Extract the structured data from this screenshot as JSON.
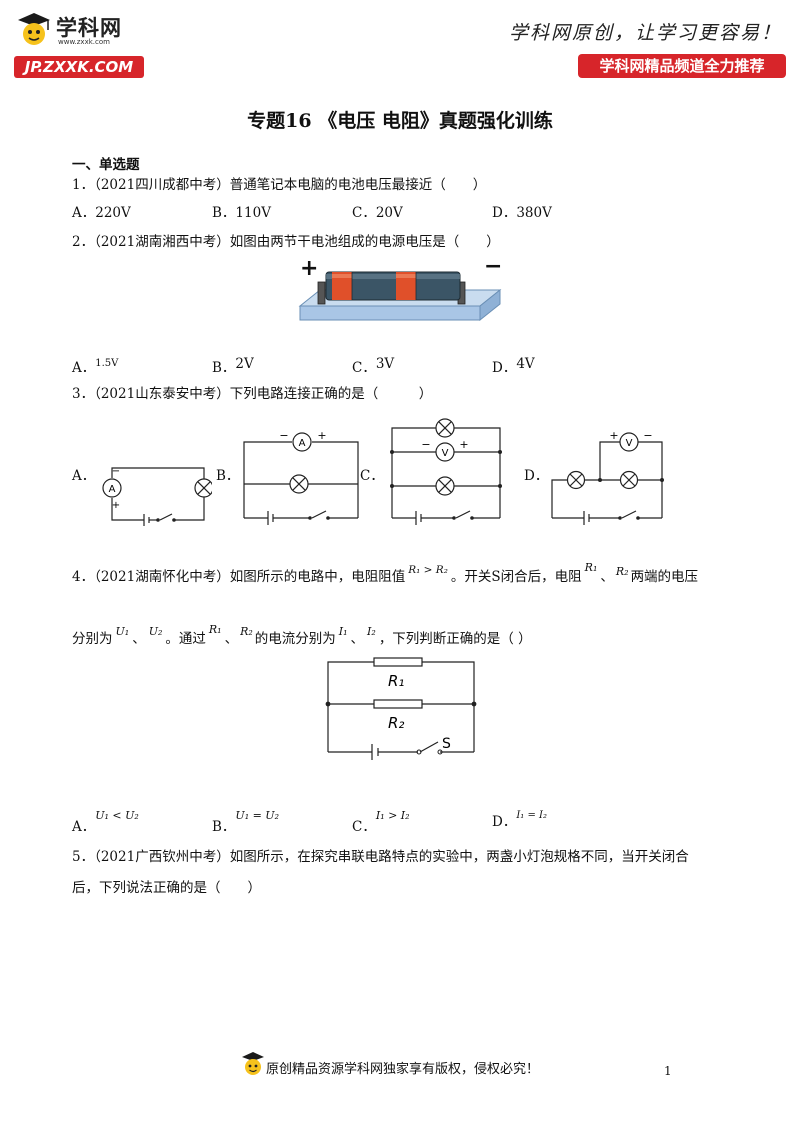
{
  "header": {
    "logo_name": "学科网",
    "logo_url": "www.zxxk.com",
    "site_badge": "JP.ZXXK.COM",
    "slogan": "学科网原创，让学习更容易！",
    "channel_badge": "学科网精品频道全力推荐"
  },
  "title": "专题16 《电压 电阻》真题强化训练",
  "section": "一、单选题",
  "q1": {
    "stem": "1．（2021四川成都中考）普通笔记本电脑的电池电压最接近（　　）",
    "options": [
      "A．220V",
      "B．110V",
      "C．20V",
      "D．380V"
    ]
  },
  "q2": {
    "stem": "2．（2021湖南湘西中考）如图由两节干电池组成的电源电压是（　　）",
    "plus": "+",
    "minus": "−",
    "options": [
      {
        "letter": "A．",
        "value": "1.5V"
      },
      {
        "letter": "B．",
        "value": "2V"
      },
      {
        "letter": "C．",
        "value": "3V"
      },
      {
        "letter": "D．",
        "value": "4V"
      }
    ]
  },
  "q3": {
    "stem": "3．（2021山东泰安中考）下列电路连接正确的是（　　　）",
    "labels": [
      "A．",
      "B．",
      "C．",
      "D．"
    ],
    "ammeter": "A",
    "voltmeter": "V",
    "plus": "+",
    "minus": "−"
  },
  "q4": {
    "line1_a": "4．（2021湖南怀化中考）如图所示的电路中，电阻阻值",
    "line1_b": "。开关S闭合后，电阻",
    "line1_c": "、",
    "line1_d": "两端的电压",
    "line2_a": "分别为",
    "line2_b": "、",
    "line2_c": "。通过",
    "line2_d": "、",
    "line2_e": "的电流分别为",
    "line2_f": "、",
    "line2_g": "，下列判断正确的是（ ）",
    "math_r1_gt_r2": "R₁ > R₂",
    "math_r1": "R₁",
    "math_r2": "R₂",
    "math_u1": "U₁",
    "math_u2": "U₂",
    "math_i1": "I₁",
    "math_i2": "I₂",
    "fig_r1": "R₁",
    "fig_r2": "R₂",
    "fig_s": "S",
    "options": [
      {
        "letter": "A．",
        "value": "U₁ < U₂"
      },
      {
        "letter": "B．",
        "value": "U₁ = U₂"
      },
      {
        "letter": "C．",
        "value": "I₁ > I₂"
      },
      {
        "letter": "D．",
        "value": "I₁ = I₂"
      }
    ]
  },
  "q5": {
    "line1": "5．（2021广西钦州中考）如图所示，在探究串联电路特点的实验中，两盏小灯泡规格不同，当开关闭合",
    "line2": "后，下列说法正确的是（　　）"
  },
  "footer": {
    "copyright": "原创精品资源学科网独家享有版权，侵权必究！",
    "page_number": "1"
  },
  "colors": {
    "badge_red": "#d7252a",
    "battery_orange": "#e0502a",
    "battery_dark": "#3b5566",
    "base_blue": "#a9c6e6"
  }
}
